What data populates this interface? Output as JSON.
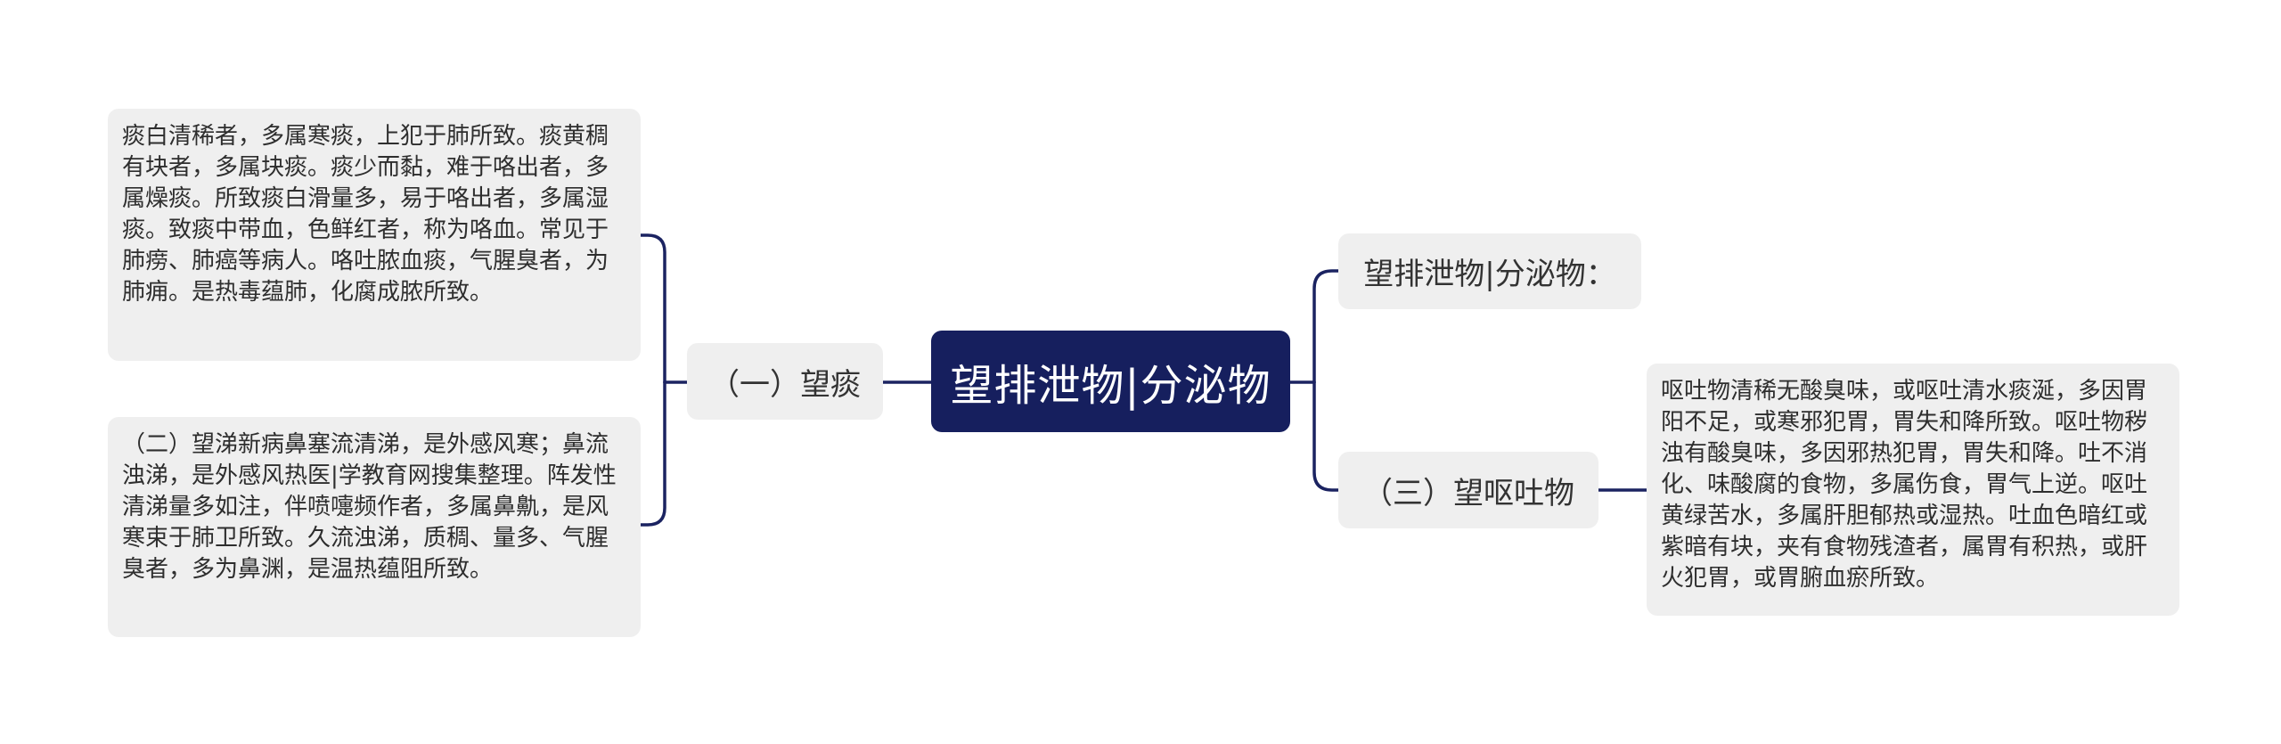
{
  "colors": {
    "root_bg": "#161f5e",
    "node_bg": "#efefef",
    "line": "#1b2361"
  },
  "root": {
    "label": "望排泄物|分泌物"
  },
  "left": {
    "branch1": {
      "label": "（一）望痰",
      "leaves": [
        "痰白清稀者，多属寒痰，上犯于肺所致。痰黄稠有块者，多属块痰。痰少而黏，难于咯出者，多属燥痰。所致痰白滑量多，易于咯出者，多属湿痰。致痰中带血，色鲜红者，称为咯血。常见于肺痨、肺癌等病人。咯吐脓血痰，气腥臭者，为肺痈。是热毒蕴肺，化腐成脓所致。",
        "（二）望涕新病鼻塞流清涕，是外感风寒；鼻流浊涕，是外感风热医|学教育网搜集整理。阵发性清涕量多如注，伴喷嚏频作者，多属鼻鼽，是风寒束于肺卫所致。久流浊涕，质稠、量多、气腥臭者，多为鼻渊，是温热蕴阻所致。"
      ]
    }
  },
  "right": {
    "branch1": {
      "label": "望排泄物|分泌物："
    },
    "branch2": {
      "label": "（三）望呕吐物",
      "leaves": [
        "呕吐物清稀无酸臭味，或呕吐清水痰涎，多因胃阳不足，或寒邪犯胃，胃失和降所致。呕吐物秽浊有酸臭味，多因邪热犯胃，胃失和降。吐不消化、味酸腐的食物，多属伤食，胃气上逆。呕吐黄绿苦水，多属肝胆郁热或湿热。吐血色暗红或紫暗有块，夹有食物残渣者，属胃有积热，或肝火犯胃，或胃腑血瘀所致。"
      ]
    }
  }
}
